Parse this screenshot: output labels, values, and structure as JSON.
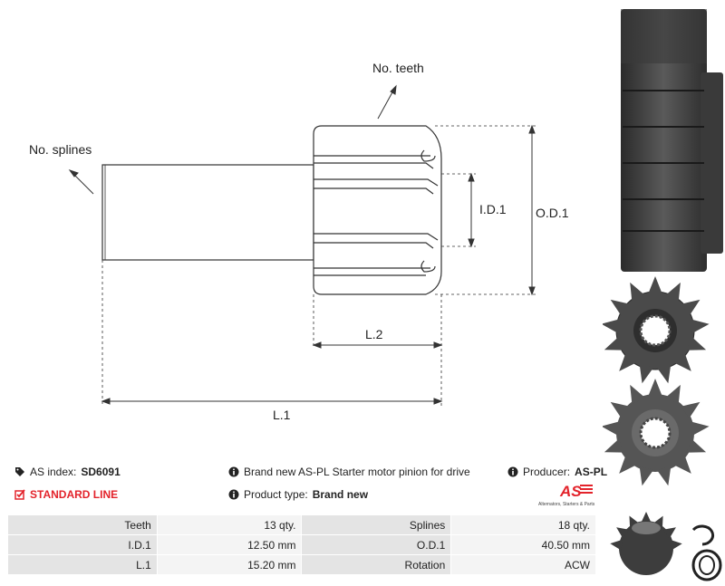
{
  "diagram": {
    "labels": {
      "teeth": "No. teeth",
      "splines": "No. splines",
      "id1": "I.D.1",
      "od1": "O.D.1",
      "l2": "L.2",
      "l1": "L.1"
    }
  },
  "info": {
    "as_index_label": "AS index:",
    "as_index_value": "SD6091",
    "standard_line": "STANDARD LINE",
    "description": "Brand new AS-PL Starter motor pinion for drive",
    "product_type_label": "Product type:",
    "product_type_value": "Brand new",
    "producer_label": "Producer:",
    "producer_value": "AS-PL"
  },
  "logo": {
    "mark": "AS",
    "tagline": "Alternators, Starters & Parts",
    "color": "#e3232b"
  },
  "specs": [
    {
      "label_a": "Teeth",
      "value_a": "13 qty.",
      "label_b": "Splines",
      "value_b": "18 qty."
    },
    {
      "label_a": "I.D.1",
      "value_a": "12.50 mm",
      "label_b": "O.D.1",
      "value_b": "40.50 mm"
    },
    {
      "label_a": "L.1",
      "value_a": "15.20 mm",
      "label_b": "Rotation",
      "value_b": "ACW"
    }
  ]
}
